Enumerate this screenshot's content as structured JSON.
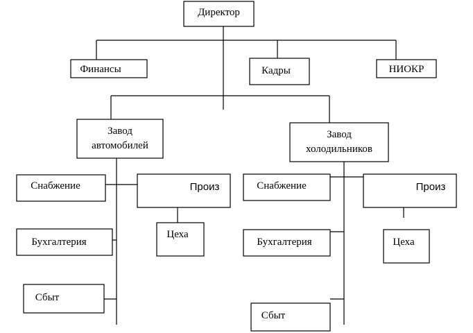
{
  "org": {
    "director": "Директор",
    "finance": "Финансы",
    "hr": "Кадры",
    "rnd": "НИОКР",
    "auto_plant": {
      "line1": "Завод",
      "line2": "автомобилей"
    },
    "fridge_plant": {
      "line1": "Завод",
      "line2": "холодильников"
    },
    "auto": {
      "supply": "Снабжение",
      "accounting": "Бухгалтерия",
      "sales": "Сбыт",
      "production": "Произ",
      "workshops": "Цеха"
    },
    "fridge": {
      "supply": "Снабжение",
      "accounting": "Бухгалтерия",
      "sales": "Сбыт",
      "production": "Произ",
      "workshops": "Цеха"
    }
  }
}
